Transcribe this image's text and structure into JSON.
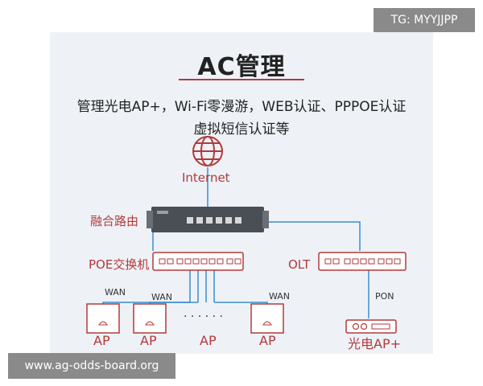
{
  "title": "AC管理",
  "subtitle_line1": "管理光电AP+，Wi-Fi零漫游，WEB认证、PPPOE认证",
  "subtitle_line2": "虚拟短信认证等",
  "labels": {
    "internet": "Internet",
    "router": "融合路由",
    "poe_switch": "POE交换机",
    "olt": "OLT",
    "wan": "WAN",
    "pon": "PON",
    "dots": "· · ·   · · ·",
    "ap": "AP",
    "optical_ap": "光电AP+"
  },
  "watermarks": {
    "tg": "TG: MYYJJPP",
    "site": "www.ag-odds-board.org"
  },
  "colors": {
    "accent": "#b23a3a",
    "line_blue": "#3a8ed0",
    "panel_bg": "#eef2f7"
  },
  "icons": [
    "globe-icon",
    "router-device",
    "switch-device",
    "olt-device",
    "ap-panel-icon",
    "optical-ap-device"
  ]
}
